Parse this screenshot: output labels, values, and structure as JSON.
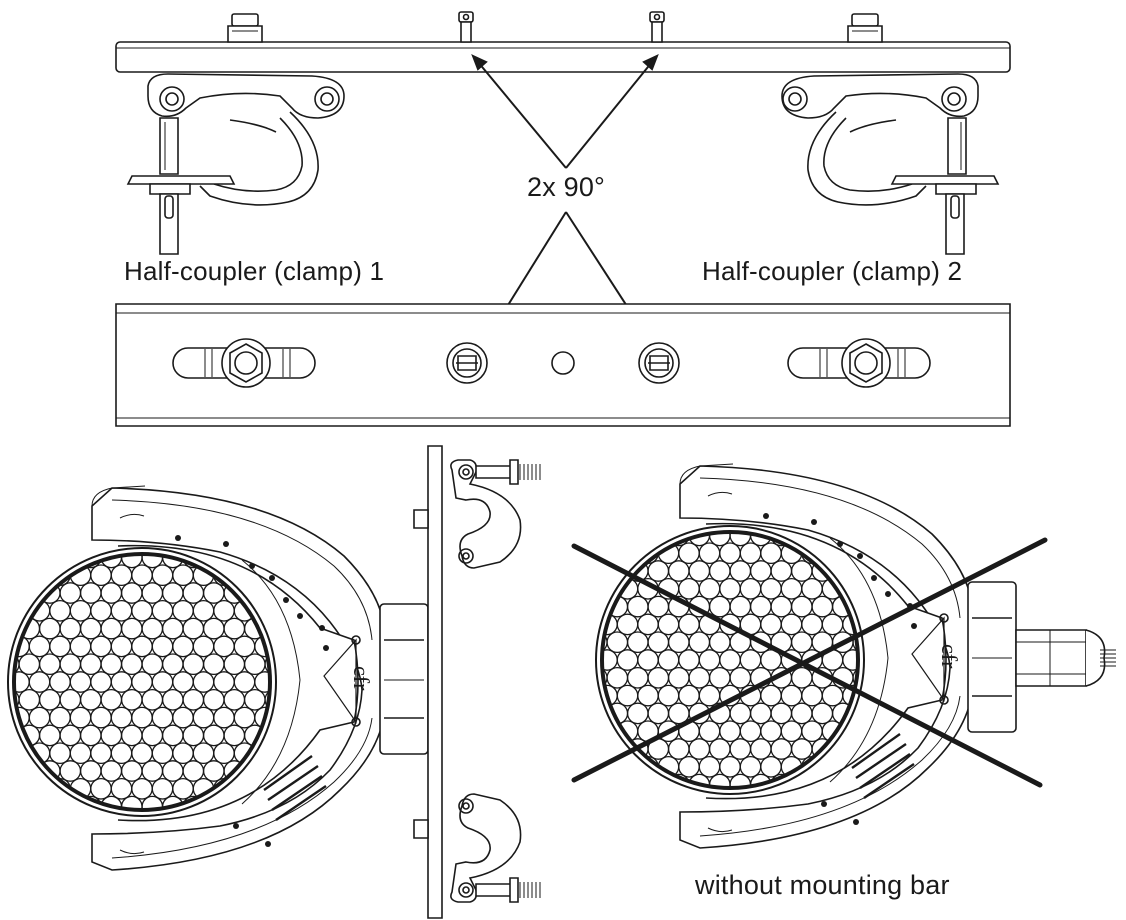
{
  "labels": {
    "angle_note": "2x 90°",
    "clamp_1": "Half-coupler (clamp) 1",
    "clamp_2": "Half-coupler (clamp) 2",
    "without_bar": "without mounting bar"
  },
  "colors": {
    "line": "#1a1a1a",
    "background": "#ffffff"
  },
  "icons": {
    "forbidden_mark": "x-cross"
  }
}
